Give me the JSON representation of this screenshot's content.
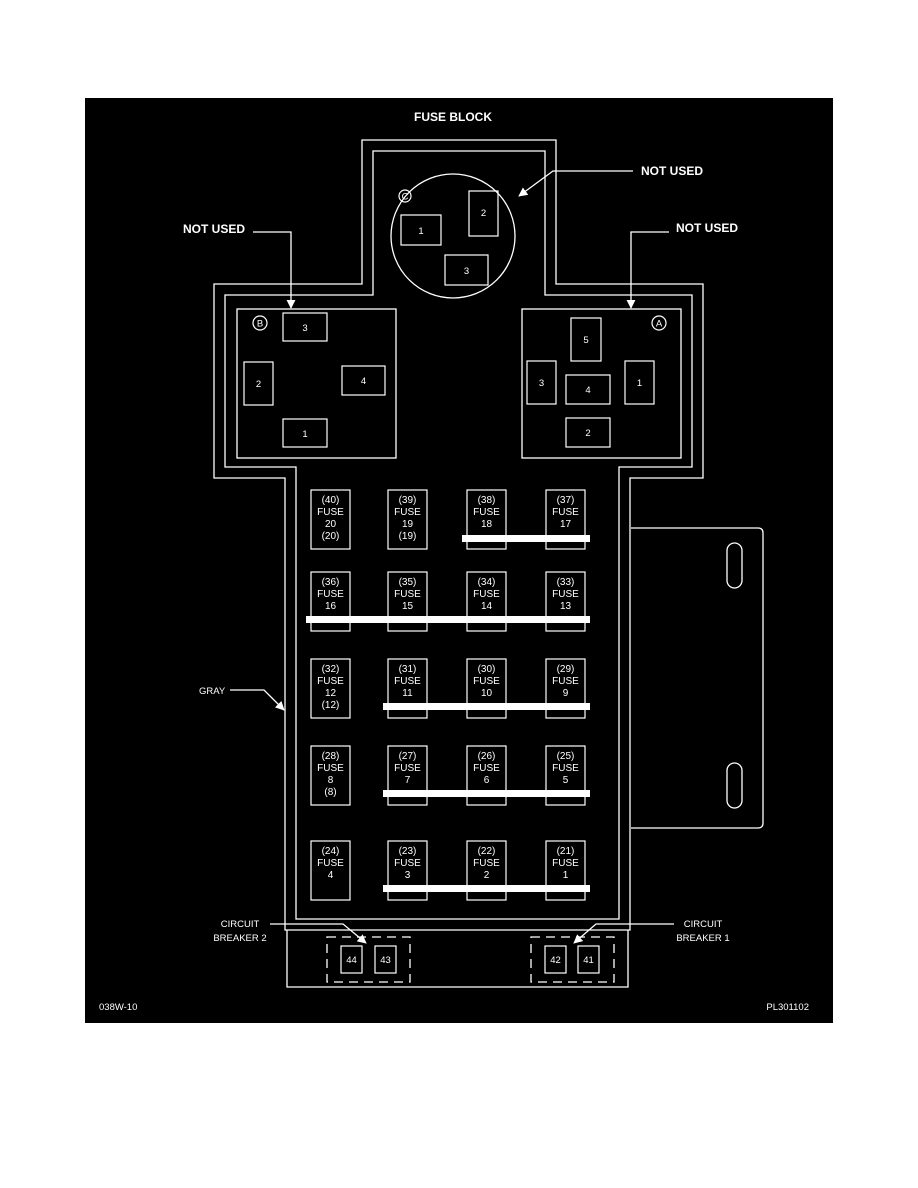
{
  "colors": {
    "background": "#000000",
    "line": "#ffffff",
    "page": "#ffffff"
  },
  "title": "FUSE BLOCK",
  "callouts": {
    "not_used_c": "NOT USED",
    "not_used_b": "NOT USED",
    "not_used_a": "NOT USED",
    "gray": "GRAY",
    "cb2_line1": "CIRCUIT",
    "cb2_line2": "BREAKER 2",
    "cb1_line1": "CIRCUIT",
    "cb1_line2": "BREAKER 1"
  },
  "connector_c": {
    "letter": "C",
    "cavities": [
      "1",
      "2",
      "3"
    ]
  },
  "connector_b": {
    "letter": "B",
    "cavities": [
      "3",
      "2",
      "4",
      "1"
    ]
  },
  "connector_a": {
    "letter": "A",
    "cavities": [
      "5",
      "3",
      "4",
      "1",
      "2"
    ]
  },
  "fuses": [
    [
      "(40)",
      "FUSE",
      "20",
      "(20)"
    ],
    [
      "(39)",
      "FUSE",
      "19",
      "(19)"
    ],
    [
      "(38)",
      "FUSE",
      "18",
      ""
    ],
    [
      "(37)",
      "FUSE",
      "17",
      ""
    ],
    [
      "(36)",
      "FUSE",
      "16",
      ""
    ],
    [
      "(35)",
      "FUSE",
      "15",
      ""
    ],
    [
      "(34)",
      "FUSE",
      "14",
      ""
    ],
    [
      "(33)",
      "FUSE",
      "13",
      ""
    ],
    [
      "(32)",
      "FUSE",
      "12",
      "(12)"
    ],
    [
      "(31)",
      "FUSE",
      "11",
      ""
    ],
    [
      "(30)",
      "FUSE",
      "10",
      ""
    ],
    [
      "(29)",
      "FUSE",
      "9",
      ""
    ],
    [
      "(28)",
      "FUSE",
      "8",
      "(8)"
    ],
    [
      "(27)",
      "FUSE",
      "7",
      ""
    ],
    [
      "(26)",
      "FUSE",
      "6",
      ""
    ],
    [
      "(25)",
      "FUSE",
      "5",
      ""
    ],
    [
      "(24)",
      "FUSE",
      "4",
      ""
    ],
    [
      "(23)",
      "FUSE",
      "3",
      ""
    ],
    [
      "(22)",
      "FUSE",
      "2",
      ""
    ],
    [
      "(21)",
      "FUSE",
      "1",
      ""
    ]
  ],
  "breakers": [
    "44",
    "43",
    "42",
    "41"
  ],
  "footer": {
    "left": "038W-10",
    "right": "PL301102"
  }
}
